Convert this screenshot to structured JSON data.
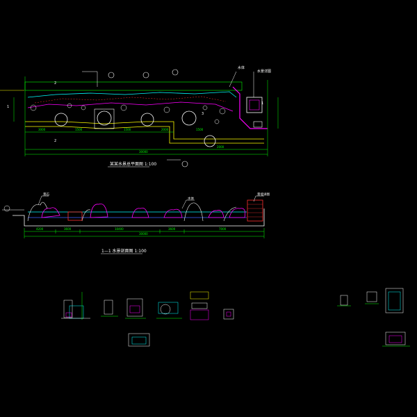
{
  "drawing": {
    "plan_title": "某某水景总平面图 1:100",
    "section_title": "1—1 水景剖面图 1:100",
    "plan_marks": [
      "2",
      "1",
      "3",
      "1",
      "2"
    ],
    "section_tag_box": "水景详图",
    "callout_plan": "水体",
    "callout_section_a": "景石",
    "callout_section_b": "水体",
    "callout_section_c": "景墙详图",
    "plan_dims_bottom": [
      "3000",
      "1500",
      "1500",
      "2000",
      "1500",
      "2000"
    ],
    "plan_dim_total": "30000",
    "section_dims": [
      "4200",
      "3600",
      "10400",
      "3600",
      "7000"
    ],
    "section_dim_total": "30000"
  },
  "colors": {
    "background": "#000000",
    "dimension": "#00ff00",
    "outline": "#ffffff",
    "water": "#00ffff",
    "pipe": "#ff00ff",
    "path": "#ffff00",
    "accent_red": "#ff3030",
    "blue": "#4060ff"
  }
}
